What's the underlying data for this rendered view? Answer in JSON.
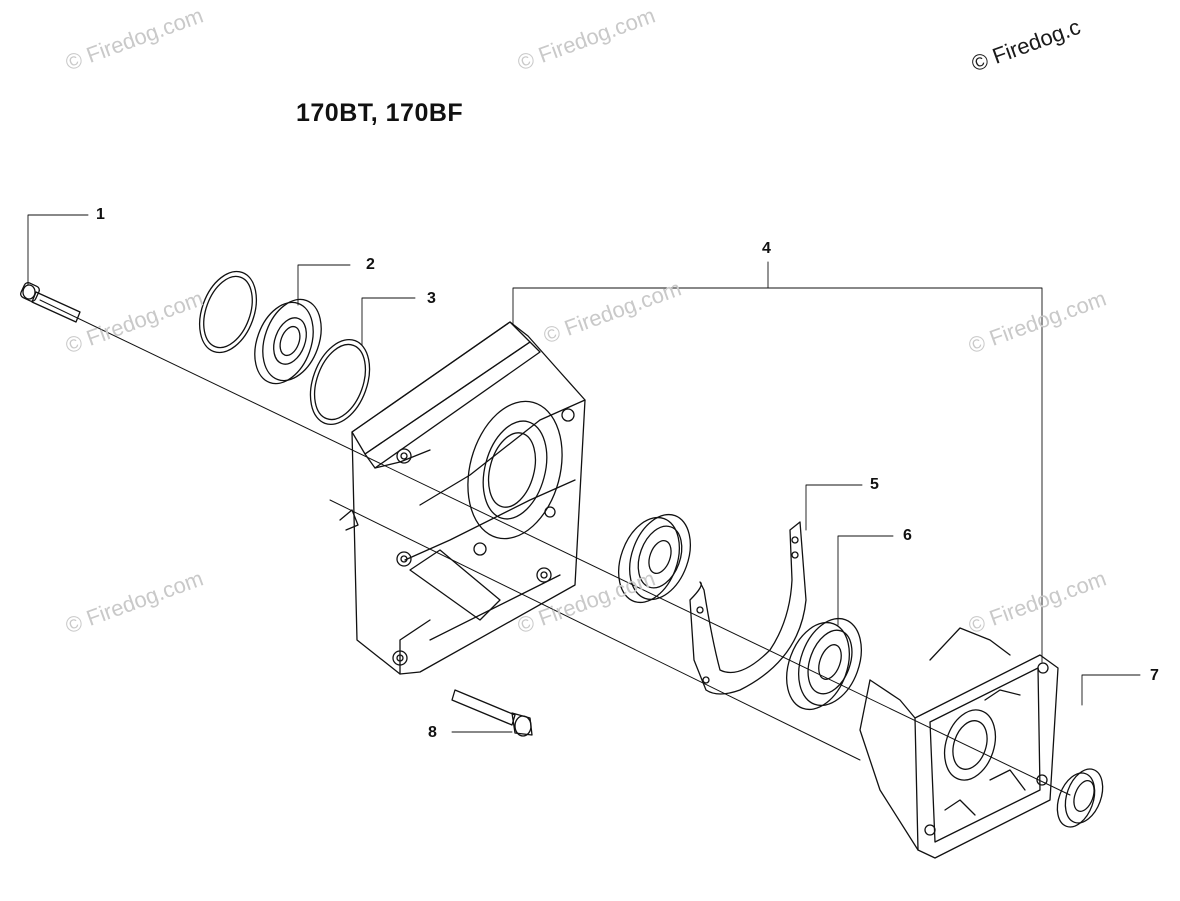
{
  "diagram": {
    "title": "170BT, 170BF",
    "watermark_text": "© Firedog.com",
    "watermark_corner_text": "© Firedog.c",
    "callouts": [
      {
        "id": "1",
        "label": "1"
      },
      {
        "id": "2",
        "label": "2"
      },
      {
        "id": "3",
        "label": "3"
      },
      {
        "id": "4",
        "label": "4"
      },
      {
        "id": "5",
        "label": "5"
      },
      {
        "id": "6",
        "label": "6"
      },
      {
        "id": "7",
        "label": "7"
      },
      {
        "id": "8",
        "label": "8"
      }
    ],
    "parts": [
      {
        "id": "1",
        "icon": "screw-icon"
      },
      {
        "id": "2",
        "icon": "bearing-icon"
      },
      {
        "id": "3",
        "icon": "circlip-icon"
      },
      {
        "id": "4",
        "icon": "crankcase-housing-icon"
      },
      {
        "id": "5",
        "icon": "gasket-icon"
      },
      {
        "id": "6",
        "icon": "bearing-icon"
      },
      {
        "id": "7",
        "icon": "seal-ring-icon"
      },
      {
        "id": "8",
        "icon": "bolt-icon"
      }
    ]
  }
}
